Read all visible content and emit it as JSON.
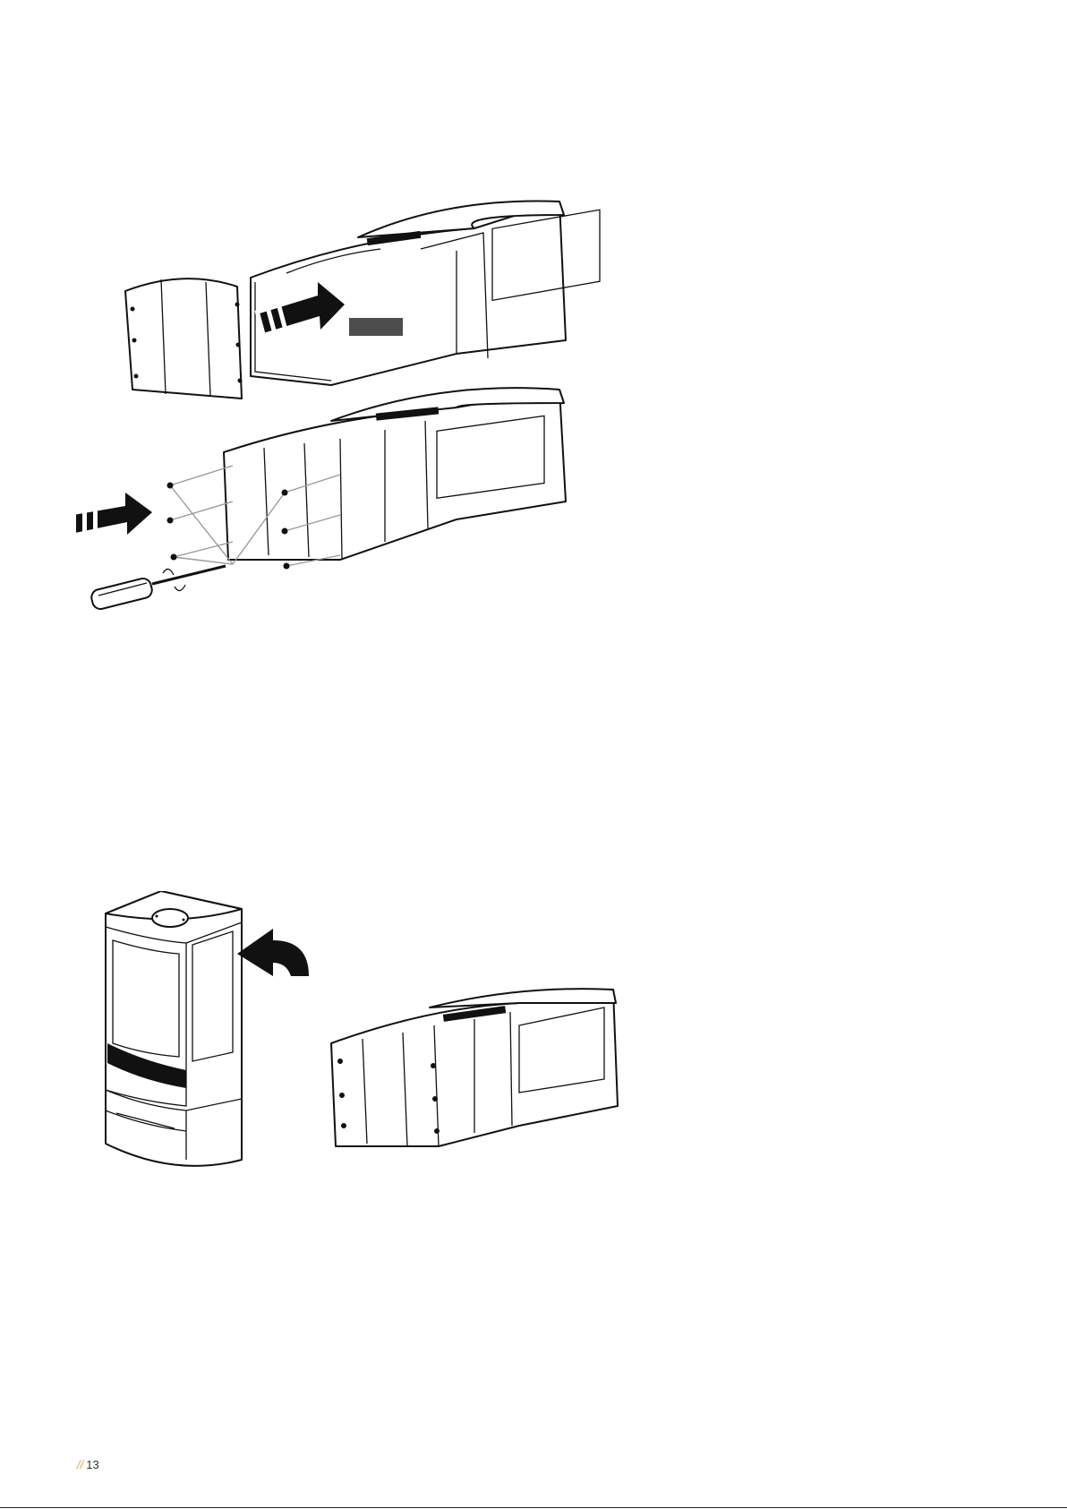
{
  "footer": {
    "slashes": "//",
    "page_number": "13",
    "accent_color": "#e8a23a"
  },
  "figures": [
    {
      "name": "side-panel-removal",
      "icons": [
        "push-arrow-icon",
        "screwdriver-icon"
      ]
    },
    {
      "name": "stove-upright",
      "icons": [
        "curved-arrow-icon"
      ]
    }
  ]
}
